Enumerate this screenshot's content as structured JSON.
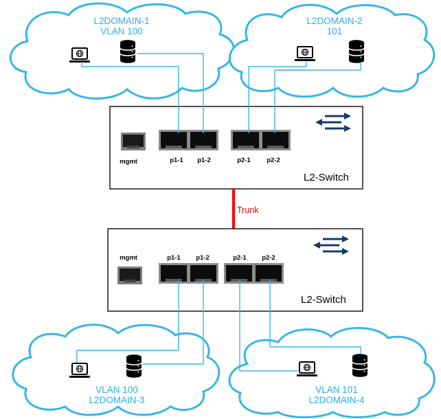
{
  "clouds": [
    {
      "id": "l2domain-1",
      "line1": "L2DOMAIN-1",
      "line2": "VLAN 100"
    },
    {
      "id": "l2domain-2",
      "line1": "L2DOMAIN-2",
      "line2": "101"
    },
    {
      "id": "l2domain-3",
      "line1": "VLAN 100",
      "line2": "L2DOMAIN-3"
    },
    {
      "id": "l2domain-4",
      "line1": "VLAN 101",
      "line2": "L2DOMAIN-4"
    }
  ],
  "switches": [
    {
      "id": "switch-top",
      "name": "L2-Switch",
      "ports": {
        "mgmt": "mgmt",
        "p1_1": "p1-1",
        "p1_2": "p1-2",
        "p2_1": "p2-1",
        "p2_2": "p2-2"
      }
    },
    {
      "id": "switch-bottom",
      "name": "L2-Switch",
      "ports": {
        "mgmt": "mgmt",
        "p1_1": "p1-1",
        "p1_2": "p1-2",
        "p2_1": "p2-1",
        "p2_2": "p2-2"
      }
    }
  ],
  "trunk": {
    "label": "Trunk"
  },
  "icons": [
    "laptop-icon",
    "database-icon",
    "traffic-arrows-icon",
    "ethernet-port-icon"
  ],
  "colors": {
    "cloud": "#37b6e6",
    "cloud_text": "#2aaee0",
    "trunk": "#ff0000",
    "arrows": "#173a6b"
  }
}
